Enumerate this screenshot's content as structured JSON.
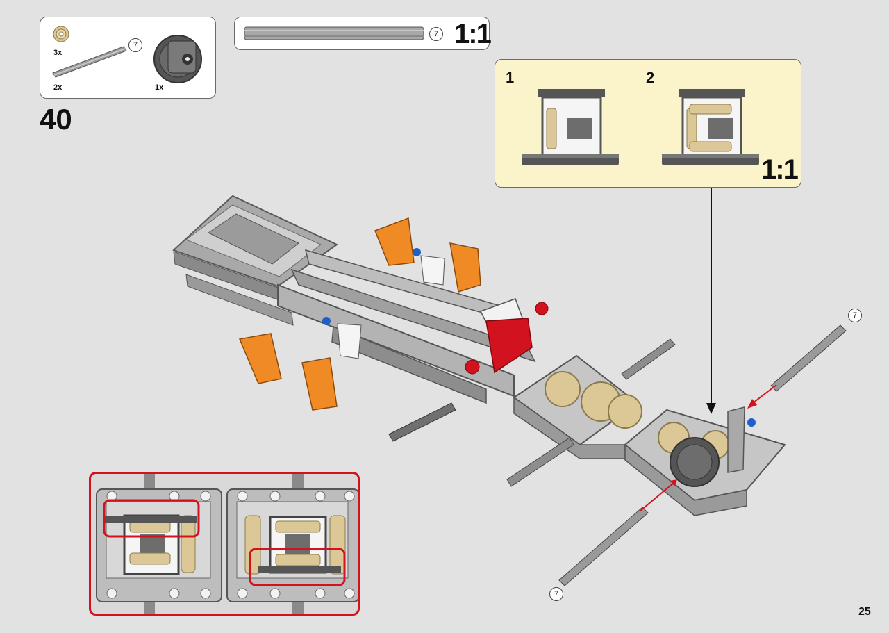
{
  "parts": {
    "gear_qty": "3x",
    "axle_qty": "2x",
    "axle_length": "7",
    "diff_qty": "1x"
  },
  "scale": {
    "length": "7",
    "ratio": "1:1"
  },
  "step": {
    "number": "40"
  },
  "subassembly": {
    "sub1": "1",
    "sub2": "2",
    "ratio": "1:1"
  },
  "model": {
    "axle_callout_top": "7",
    "axle_callout_bottom": "7"
  },
  "page": {
    "number": "25"
  },
  "colors": {
    "callout_red": "#d3121f",
    "panel_yellow": "#fbf4ca",
    "beam_gray": "#a9a9a9",
    "gear_tan": "#dcc896",
    "accent_orange": "#f08a24",
    "pin_blue": "#1e5fc8"
  }
}
